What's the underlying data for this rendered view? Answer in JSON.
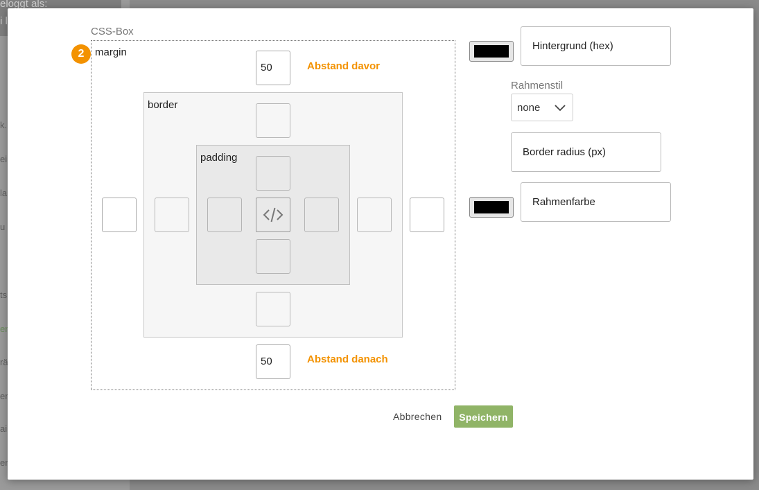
{
  "background": {
    "logged_in_text": "eloggt als:",
    "logged_in_user": "i l",
    "sidebar_stubs": [
      "k.",
      "ei",
      "la",
      "u",
      "ts",
      "en",
      "rä",
      "en",
      "ai",
      "er"
    ]
  },
  "css_box": {
    "title": "CSS-Box",
    "step_badge": "2",
    "margin_label": "margin",
    "border_label": "border",
    "padding_label": "padding",
    "margin_top_value": "50",
    "margin_bottom_value": "50",
    "margin_top_hint": "Abstand davor",
    "margin_bottom_hint": "Abstand danach"
  },
  "settings": {
    "background_label": "Hintergrund (hex)",
    "background_color": "#000000",
    "border_style_label": "Rahmenstil",
    "border_style_value": "none",
    "border_radius_label": "Border radius (px)",
    "border_color_label": "Rahmenfarbe",
    "border_color": "#000000"
  },
  "actions": {
    "cancel": "Abbrechen",
    "save": "Speichern"
  },
  "colors": {
    "accent_orange": "#f39200",
    "save_green": "#90b467"
  }
}
